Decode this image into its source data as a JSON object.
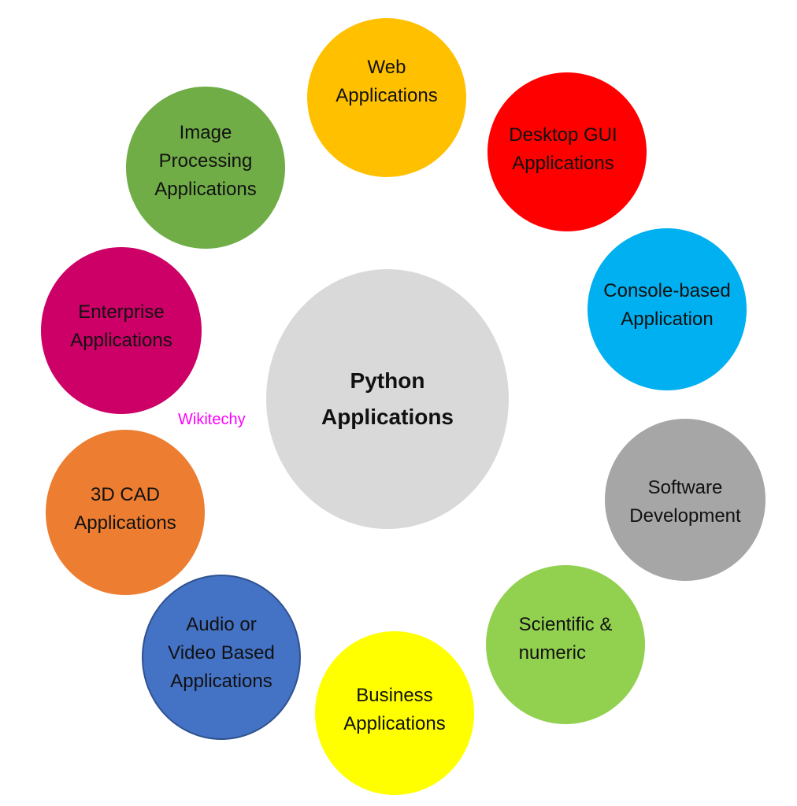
{
  "center": {
    "lines": [
      "Python",
      "Applications"
    ],
    "color": "#d9d9d9"
  },
  "nodes": [
    {
      "id": "web",
      "lines": [
        "Web",
        "Applications"
      ],
      "color": "#ffc000"
    },
    {
      "id": "desktop-gui",
      "lines": [
        "Desktop GUI",
        "Applications"
      ],
      "color": "#ff0000"
    },
    {
      "id": "console",
      "lines": [
        "Console-based",
        "Application"
      ],
      "color": "#00b0f0"
    },
    {
      "id": "software",
      "lines": [
        "Software",
        "Development"
      ],
      "color": "#a6a6a6"
    },
    {
      "id": "scientific",
      "lines": [
        "Scientific &",
        "numeric"
      ],
      "color": "#92d050"
    },
    {
      "id": "business",
      "lines": [
        "Business",
        "Applications"
      ],
      "color": "#ffff00"
    },
    {
      "id": "audio-video",
      "lines": [
        "Audio or",
        "Video Based",
        "Applications"
      ],
      "color": "#4472c4"
    },
    {
      "id": "cad",
      "lines": [
        "3D CAD",
        "Applications"
      ],
      "color": "#ed7d31"
    },
    {
      "id": "enterprise",
      "lines": [
        "Enterprise",
        "Applications"
      ],
      "color": "#cc0066"
    },
    {
      "id": "image-processing",
      "lines": [
        "Image",
        "Processing",
        "Applications"
      ],
      "color": "#70ad47"
    }
  ],
  "watermark": "Wikitechy"
}
